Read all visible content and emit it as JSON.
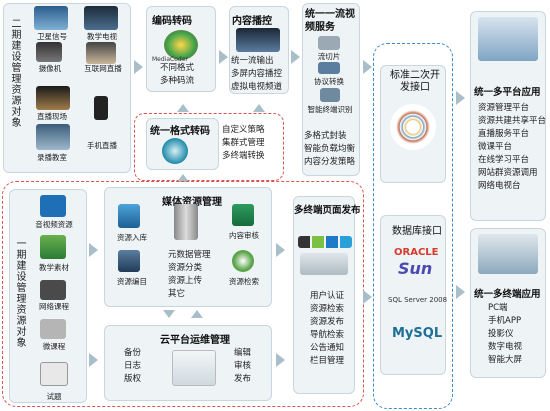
{
  "left_top": {
    "vertical_label": "二期建设管理资源对象",
    "items": [
      "卫星信号",
      "教学电视",
      "摄像机",
      "互联网直播",
      "直播现场",
      "手机直播",
      "录播教室"
    ]
  },
  "encode": {
    "title": "编码转码",
    "logo_text": "MediaCoder",
    "lines": [
      "不同格式",
      "多种码流"
    ]
  },
  "broadcast": {
    "title": "内容播控",
    "lines": [
      "统一流输出",
      "多屏内容播控",
      "虚拟电视频道"
    ]
  },
  "unified_video": {
    "title": "统一一流视频服务",
    "items": [
      "流切片",
      "协议转换",
      "智能终端识别"
    ],
    "lines": [
      "多格式封装",
      "智能负载均衡",
      "内容分发策略"
    ]
  },
  "unified_format": {
    "title": "统一格式转码",
    "lines": [
      "自定义策略",
      "集群式管理",
      "多终端转换"
    ]
  },
  "left_bottom": {
    "vertical_label": "一期建设管理资源对象",
    "items": [
      "音视频资源",
      "教学素材",
      "网络课程",
      "微课程",
      "试题"
    ]
  },
  "media_mgmt": {
    "title": "媒体资源管理",
    "items": [
      "资源入库",
      "资源编目",
      "内容审核",
      "资源检索"
    ],
    "center_lines": [
      "元数据管理",
      "资源分类",
      "资源上传",
      "其它"
    ]
  },
  "cloud_ops": {
    "title": "云平台运维管理",
    "col1": [
      "备份",
      "日志",
      "版权"
    ],
    "col2": [
      "编辑",
      "审核",
      "发布"
    ]
  },
  "multi_page": {
    "title": "多终端页面发布",
    "lines": [
      "用户认证",
      "资源检索",
      "资源发布",
      "导航检索",
      "公告通知",
      "栏目管理"
    ]
  },
  "std_api": {
    "title": "标准二次开发接口"
  },
  "db_api": {
    "title": "数据库接口",
    "brands": [
      "ORACLE",
      "Sun",
      "SQL Server 2008",
      "MySQL"
    ]
  },
  "multi_platform": {
    "title": "统一多平台应用",
    "lines": [
      "资源管理平台",
      "资源共建共享平台",
      "直播服务平台",
      "微课平台",
      "在线学习平台",
      "网站群资源调用",
      "网络电视台"
    ]
  },
  "multi_terminal": {
    "title": "统一多终端应用",
    "lines": [
      "PC端",
      "手机APP",
      "投影仪",
      "数字电视",
      "智能大屏"
    ]
  },
  "colors": {
    "arrow": "#a8bec8",
    "dash_red": "#d9534f",
    "dash_blue": "#3a8ac9",
    "box_bg": "#eef3f6"
  }
}
